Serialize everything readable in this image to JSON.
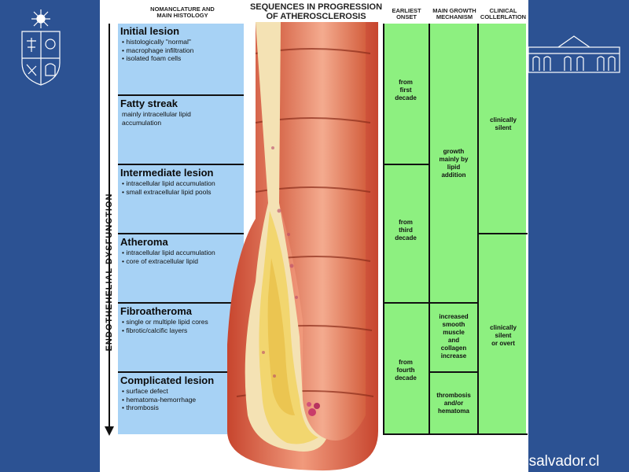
{
  "headers": {
    "nomenclature": "NOMANCLATURE AND\nMAIN HISTOLOGY",
    "sequences": "SEQUENCES IN PROGRESSION\nOF ATHEROSCLEROSIS",
    "onset": "EARLIEST\nONSET",
    "growth": "MAIN GROWTH\nMECHANISM",
    "clinical": "CLINICAL\nCOLLERLATION"
  },
  "side_label": "ENDOTHEHELIAL DYSFUNCTION",
  "lesions": [
    {
      "title": "Initial lesion",
      "details": [
        "histologically \"normal\"",
        "macrophage infiltration",
        "isolated foam cells"
      ]
    },
    {
      "title": "Fatty streak",
      "details": [
        "mainly intracellular lipid",
        "accumulation"
      ],
      "no_bullets": true
    },
    {
      "title": "Intermediate lesion",
      "details": [
        "intracellular lipid accumulation",
        "small extracellular lipid pools"
      ]
    },
    {
      "title": "Atheroma",
      "details": [
        "intracellular lipid accumulation",
        "core of extracellular lipid"
      ]
    },
    {
      "title": "Fibroatheroma",
      "details": [
        "single or multiple lipid cores",
        "fibrotic/calcific layers"
      ]
    },
    {
      "title": "Complicated lesion",
      "details": [
        "surface defect",
        "hematoma-hemorrhage",
        "thrombosis"
      ]
    }
  ],
  "onset": [
    "from\nfirst\ndecade",
    "from\nthird\ndecade",
    "from\nfourth\ndecade"
  ],
  "growth": [
    "growth\nmainly by\nlipid\naddition",
    "increased\nsmooth\nmuscle\nand\ncollagen\nincrease",
    "thrombosis\nand/or\nhematoma"
  ],
  "clinical": [
    "clinically\nsilent",
    "clinically\nsilent\nor overt"
  ],
  "footer_url": "hsalvador.cl",
  "colors": {
    "background": "#2c5293",
    "lesion_box": "#a7d2f5",
    "green_col": "#8df080",
    "artery_wall": "#d96a4b",
    "plaque": "#f3dc7a"
  }
}
